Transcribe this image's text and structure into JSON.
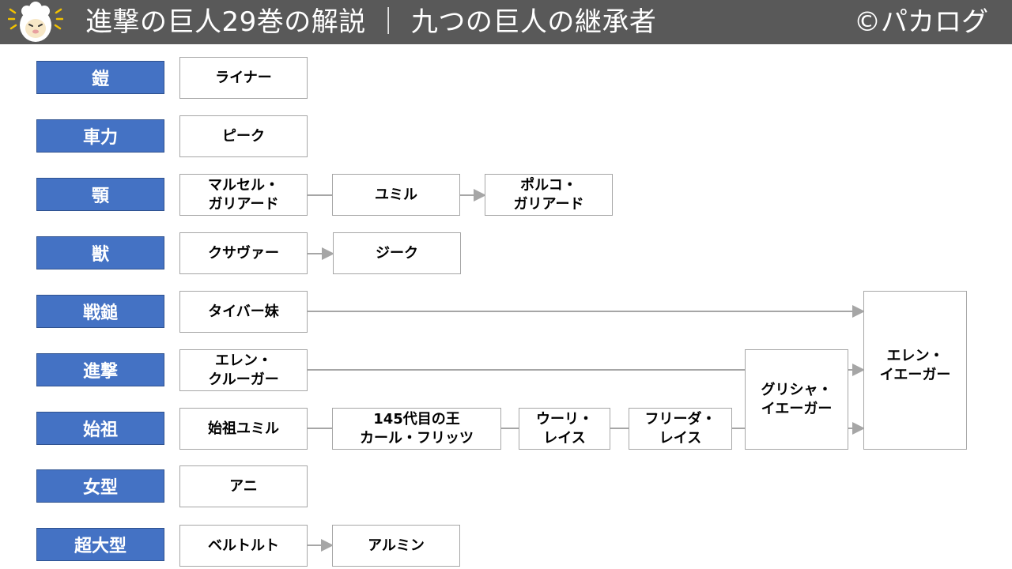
{
  "header": {
    "title": "進撃の巨人29巻の解説 ｜ 九つの巨人の継承者",
    "copyright": "©パカログ"
  },
  "rows": [
    {
      "label": "鎧",
      "inheritors": [
        "ライナー"
      ]
    },
    {
      "label": "車力",
      "inheritors": [
        "ピーク"
      ]
    },
    {
      "label": "顎",
      "inheritors": [
        "マルセル・\nガリアード",
        "ユミル",
        "ポルコ・\nガリアード"
      ]
    },
    {
      "label": "獣",
      "inheritors": [
        "クサヴァー",
        "ジーク"
      ]
    },
    {
      "label": "戦鎚",
      "inheritors": [
        "タイバー妹"
      ]
    },
    {
      "label": "進撃",
      "inheritors": [
        "エレン・\nクルーガー"
      ]
    },
    {
      "label": "始祖",
      "inheritors": [
        "始祖ユミル",
        "145代目の王\nカール・フリッツ",
        "ウーリ・\nレイス",
        "フリーダ・\nレイス"
      ]
    },
    {
      "label": "女型",
      "inheritors": [
        "アニ"
      ]
    },
    {
      "label": "超大型",
      "inheritors": [
        "ベルトルト",
        "アルミン"
      ]
    }
  ],
  "shared": {
    "grisha": "グリシャ・\nイエーガー",
    "eren": "エレン・\nイエーガー"
  }
}
